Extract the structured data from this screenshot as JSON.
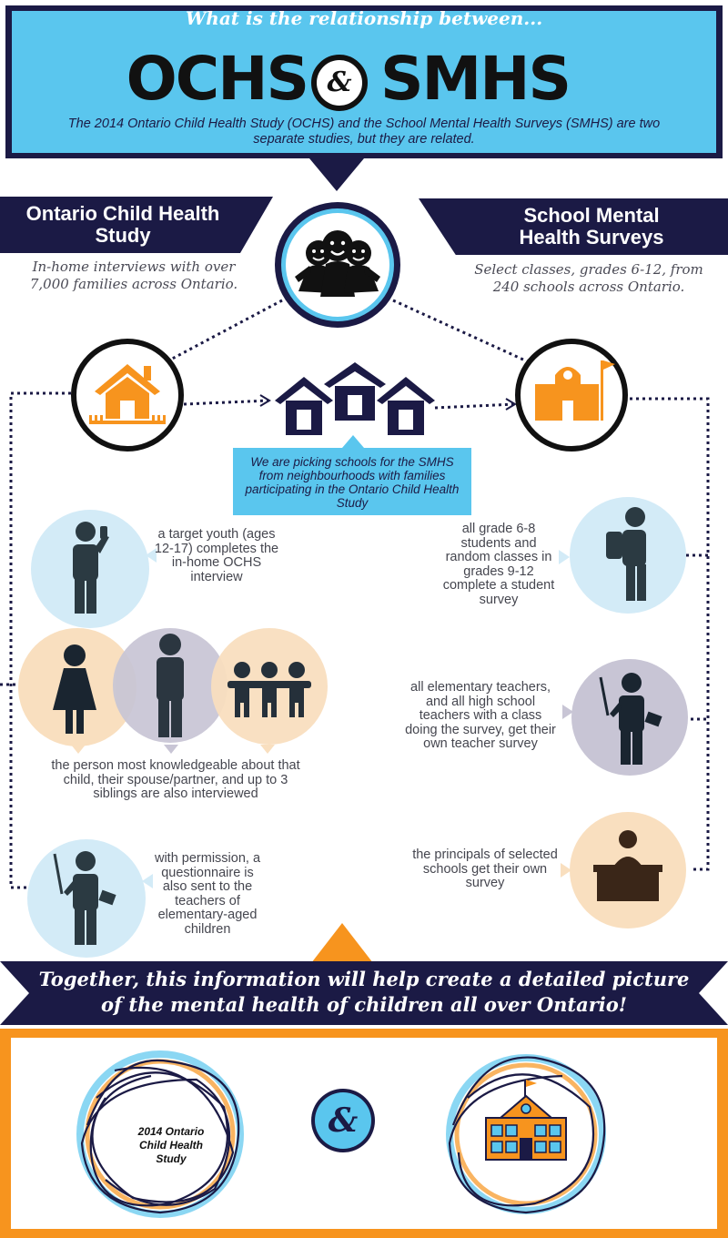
{
  "header": {
    "kicker": "What is the relationship between...",
    "title_left": "OCHS",
    "title_amp": "&",
    "title_right": "SMHS",
    "description": "The 2014 Ontario Child Health Study (OCHS) and the School Mental Health Surveys (SMHS) are two separate studies, but they are related."
  },
  "ochs": {
    "banner": "Ontario Child Health Study",
    "subtitle": "In-home interviews with over 7,000 families across Ontario."
  },
  "smhs": {
    "banner": "School Mental Health Surveys",
    "subtitle": "Select classes, grades 6-12, from 240 schools across Ontario."
  },
  "callout": "We are picking schools for the SMHS from neighbourhoods with families participating in the Ontario Child Health Study",
  "ochs_items": {
    "youth": "a target youth (ages 12-17) completes the in-home OCHS interview",
    "family": "the person most knowledgeable about that child, their spouse/partner, and up to 3 siblings are also interviewed",
    "teachers": "with permission, a questionnaire is also sent to the teachers of elementary-aged children"
  },
  "smhs_items": {
    "students": "all grade 6-8 students and random classes in grades 9-12 complete a student survey",
    "teachers": "all elementary teachers, and all high school teachers with a class doing the survey, get their own teacher survey",
    "principals": "the principals of selected schools get their own survey"
  },
  "together": "Together, this information will help create a detailed picture of the mental health of children all over Ontario!",
  "bottom": {
    "amp": "&",
    "logo_label": "2014 Ontario Child Health Study"
  },
  "colors": {
    "navy": "#1b1a45",
    "sky": "#5ac6ee",
    "orange": "#f7941e",
    "light_blue": "#d3ebf7",
    "peach": "#f9dfbf",
    "lavender": "#c8c5d5"
  }
}
